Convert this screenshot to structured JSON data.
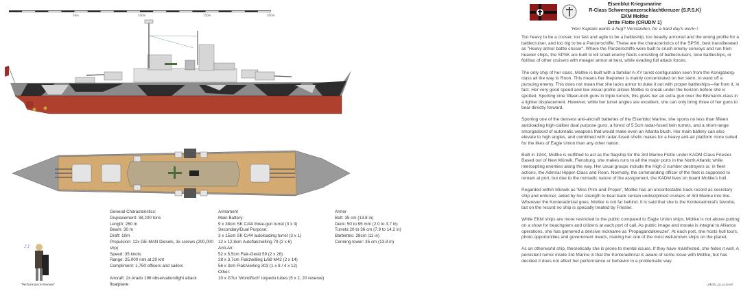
{
  "scale": {
    "labels": [
      "50m",
      "100m",
      "150m",
      "200m"
    ]
  },
  "header": {
    "org": "Eisenblut Kriegsmarine",
    "class": "R-Class Schwerepanzerschlachtkreuzer (S.P.S.K)",
    "name": "EKM Moltke",
    "fleet": "Dritte Flotte (CRUDIV 1)",
    "quote": "'Herr Kaptain wants a hug? Verstanden, for a hard day's work~!"
  },
  "description": [
    "Too heavy to be a cruiser, too fast and agile to be a battleship, too heavily armored and the wrong profile for a battlecruiser, and too big to be a Panzerschiffe. These are the characteristics of the SPSK, best transliterated as \"Heavy armor battle cruiser\". Where the Panzerschiffe were built to crush enemy convoys and run from heavier ships, the SPSK are built to kill small enemy fleets consisting of battlecruisers, lone battleships, or flotillas of other cruisers with meager armor at best, while evading full attack forces.",
    "The only ship of her class, Moltke is built with a familiar A-XY turret configuration seen from the Konigsberg-class all the way to Roon. This means her firepower is mainly concentrated on her stern, to ward off a pursuing enemy. This does not mean that she lacks armor to duke it out with proper battleships—far from it, in fact. Her very good speed and low visual profile allows Moltke to sneak under the horizon before she is spotted. Sporting nine fifteen-inch guns in triple turrets, this gives her an extra gun over the Bismarck-class in a lighter displacement. However, while her turret angles are excellent, she can only bring three of her guns to bear directly forward.",
    "Sporting one of the densest anti-aircraft batteries of the Eisenblut Marine, she sports no less than fifteen autoloading high-caliber dual purpose guns, a forest of 5.5cm radar-fused twin turrets, and a short-range smorgasbord of automatic weapons that would make even an Atlanta blush. Her main battery can also elevate to high angles, and combined with radar-fused shells makes for a heavy anti-air platform more suited for the likes of Eagle Union than any other nation.",
    "Built in 1944, Moltke is outfitted to act as the flagship for the 3rd Marine Flotte under KADM Claus Friesler. Based out of New Mürwik, Flensburg, she makes runs to all the major ports in the North Atlantic while intercepting enemies along the way. Her usual groups include the High-2 number destroyers or, in fleet actions, the Admiral Hipper-Class and Roon. Normally, the commanding officer of the fleet is supposed to remain at port, but due to the nomadic nature of the assignment, the KADM lives on board Moltke's hull.",
    "Regarded within Mürwik as 'Miss Prim-and-Proper', Moltke has an uncontestable track record as secretary ship and enforcer, aided by her strength to beat back certain undisciplined cruisers of 3rd Marine into line. Wherever the Konteradmiral goes, Moltke is not far behind. It is said that she is the Konteradmiral's favorite, but on the record no ship is specially treated by Friesler.",
    "While EKM ships are more restricted to the public compared to Eagle Union ships, Moltke is not above putting on a show for beachgoers and citizens at each port of call. As public image and morale is integral to Alliance operations, she has garnered a derisive nickname as 'Propagandakreuzer'. At each port, she hosts hull tours, photo opportunities and government meets, making her one of the most well-known ships on the planet.",
    "As an otherworld ship, theoretically she is prone to mental issues. If they have manifested, she hides it well. A persistent rumor inside 3rd Marine is that the Konteradmiral is aware of some issue with Moltke, but has decided it does not affect her performance or behavior in a problematic way."
  ],
  "general": [
    "General Characteristics:",
    "Displacement: 38,200 tons",
    "Length: 260 m",
    "Beam: 30 m",
    "Draft: 10m",
    "Propulsion: 12x GE-MAN Diesels, 3x screws (200,000 shp)",
    "Speed: 35 knots",
    "Range: 25,000 nmi at 20 knt",
    "Compliment: 1,750 officers and sailors"
  ],
  "aircraft": "Aircraft: 2x Arado 196 observation/light attack floatplane",
  "armament": [
    "Armament",
    "Main Battery:",
    "9 x 38cm SK C/44 three-gun turret (3 x 3)",
    "Secondary/Dual Purpose:",
    "3 x 15cm SK C/44 autoloading turret (3 x 1)",
    "12 x 12.8cm Autoflakzwilling 79 (2 x 6)",
    "Anti-Air:",
    "52 x 5.5cm Flak-Gerät 59 (2 x 26)",
    "28 x 3.7cm Flakzwilling L/69 M42 (2 x 14)",
    "56 x 3cm Flak/vierling 303 (1 x 8 / 4 x 12)",
    "Other:",
    "10 x G7ur 'Wondfisch' torpedo tubes (5 x 2, 20 reserve)"
  ],
  "armor": [
    "Armor",
    "Belt: 35 cm (13.8 in)",
    "Deck: 50 to 95 mm (2.0 to 3.7 in)",
    "Turrets:20 to 36 cm (7.9 to 14.2 in)",
    "Barbettes: 28cm (11 in)",
    "Conning tower: 35 cm (13.8 in)"
  ],
  "caption": "\"Performance Review\"",
  "signature": "u/Kofu_ja_scared",
  "colors": {
    "hull_red": "#b0402e",
    "camo_dark": "#2d2d2d",
    "camo_mid": "#8a8a8a",
    "camo_light": "#d4d4d4",
    "deck": "#d2aa72",
    "flag_red": "#8b1a1a"
  }
}
